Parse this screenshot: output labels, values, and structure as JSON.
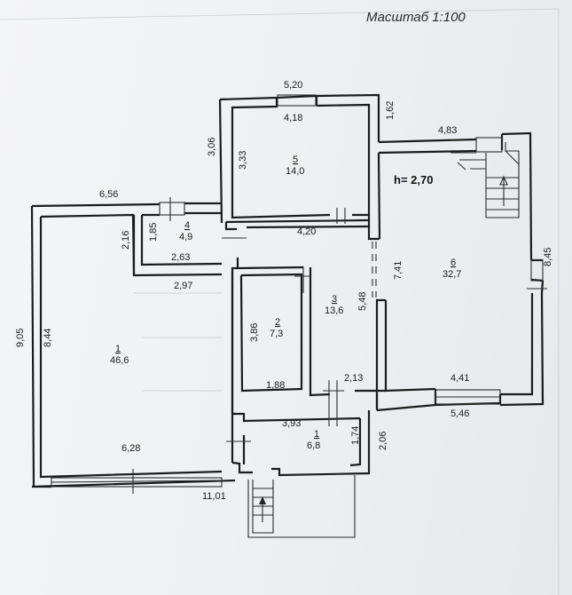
{
  "title": "Масштаб 1:100",
  "ceiling_height": "h= 2,70",
  "rooms": [
    {
      "number": "1",
      "area": "46,6"
    },
    {
      "number": "2",
      "area": "7,3"
    },
    {
      "number": "3",
      "area": "13,6"
    },
    {
      "number": "4",
      "area": "4,9"
    },
    {
      "number": "5",
      "area": "14,0"
    },
    {
      "number": "6",
      "area": "32,7"
    },
    {
      "number": "1",
      "area": "6,8"
    }
  ],
  "dimensions": {
    "top_5": "5,20",
    "inner_5": "4,18",
    "right_5": "1,62",
    "left_5_outer": "3,06",
    "left_5_inner": "3,33",
    "top_6": "4,83",
    "top_4": "6,56",
    "left_4_outer": "2,16",
    "left_4_inner": "1,85",
    "bottom_4": "2,63",
    "top_3": "4,20",
    "mid_left": "2,97",
    "left_1": "9,05",
    "inner_left_1": "8,44",
    "left_2": "3,86",
    "bottom_2": "1,88",
    "right_3": "5,48",
    "left_6": "7,41",
    "right_6": "8,45",
    "bottom_3": "2,13",
    "bottom_6_inner": "4,41",
    "bottom_6_outer": "5,46",
    "top_hall": "3,93",
    "right_hall_inner": "1,74",
    "right_hall_outer": "2,06",
    "bottom_1": "6,28",
    "total_bottom": "11,01"
  }
}
